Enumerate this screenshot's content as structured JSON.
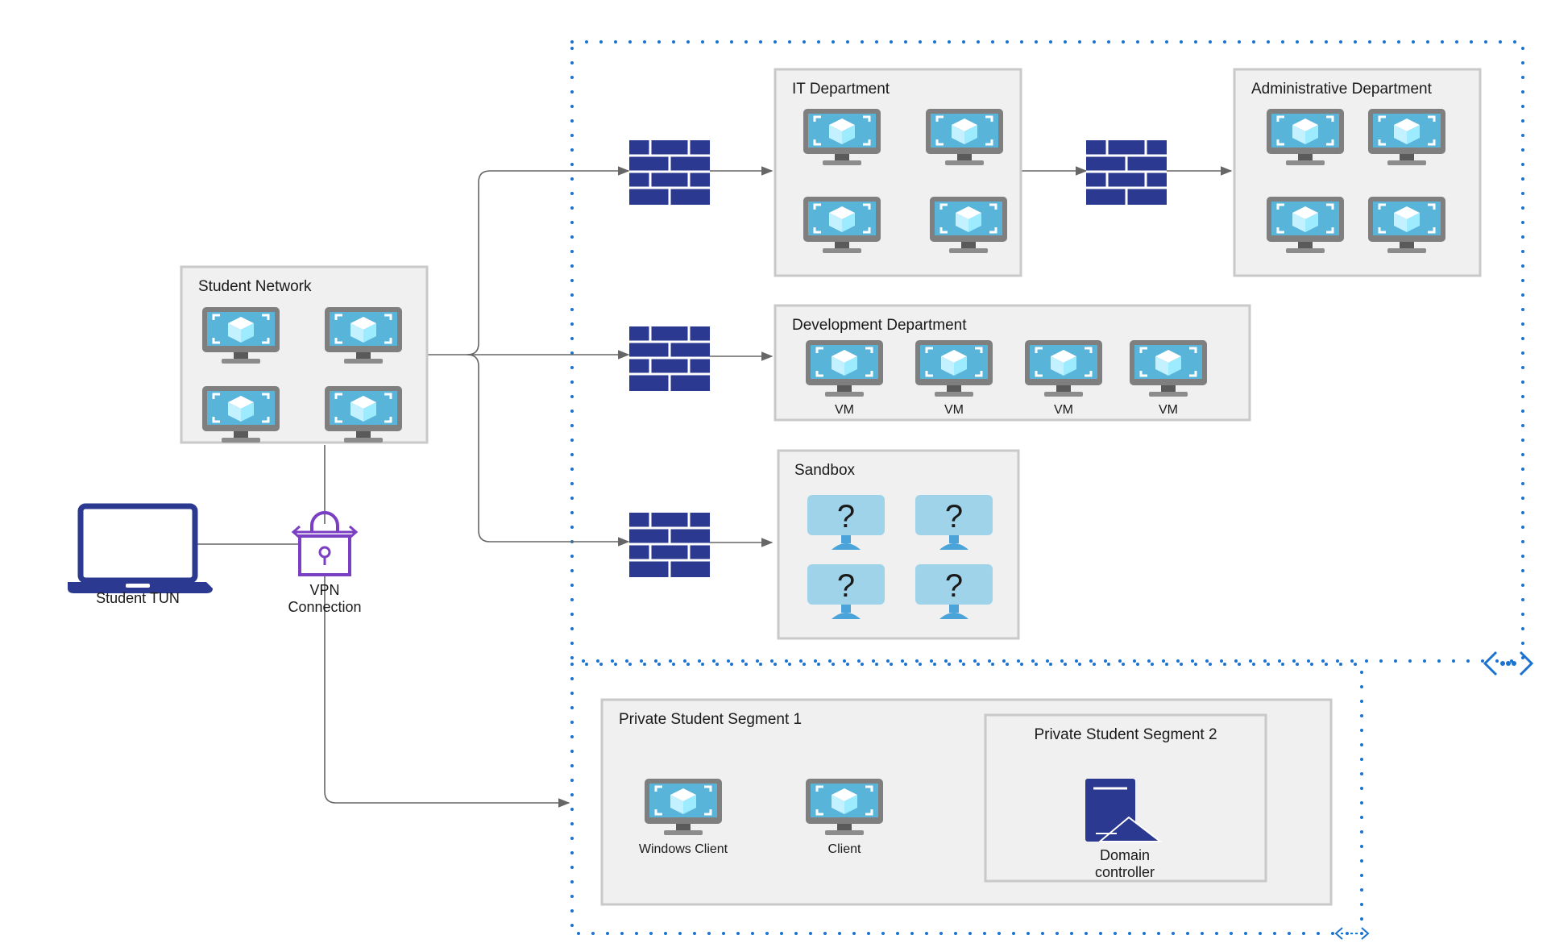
{
  "diagram": {
    "student_network": {
      "title": "Student Network"
    },
    "student_tun": {
      "label": "Student TUN"
    },
    "vpn": {
      "line1": "VPN",
      "line2": "Connection"
    },
    "it_department": {
      "title": "IT Department"
    },
    "admin_department": {
      "title": "Administrative Department"
    },
    "dev_department": {
      "title": "Development Department",
      "vm_labels": [
        "VM",
        "VM",
        "VM",
        "VM"
      ]
    },
    "sandbox": {
      "title": "Sandbox",
      "unknown_glyph": "?"
    },
    "segment1": {
      "title": "Private Student Segment 1",
      "windows_client": "Windows Client",
      "client": "Client"
    },
    "segment2": {
      "title": "Private Student Segment 2",
      "dc_line1": "Domain",
      "dc_line2": "controller"
    },
    "icons": {
      "vm": "virtual-machine-icon",
      "firewall": "firewall-icon",
      "laptop": "laptop-icon",
      "vpn": "vpn-lock-icon",
      "unknown": "unknown-machine-icon",
      "domain_controller": "domain-controller-icon",
      "vnet": "virtual-network-icon"
    },
    "colors": {
      "vnet_dots": "#1a73d1",
      "firewall": "#2b3990",
      "group_fill": "#f0f0f0",
      "group_border": "#c9c9c9",
      "vm_screen": "#59b4d9",
      "vpn": "#7b3fc4",
      "sandbox_screen": "#9fd3ea"
    }
  }
}
